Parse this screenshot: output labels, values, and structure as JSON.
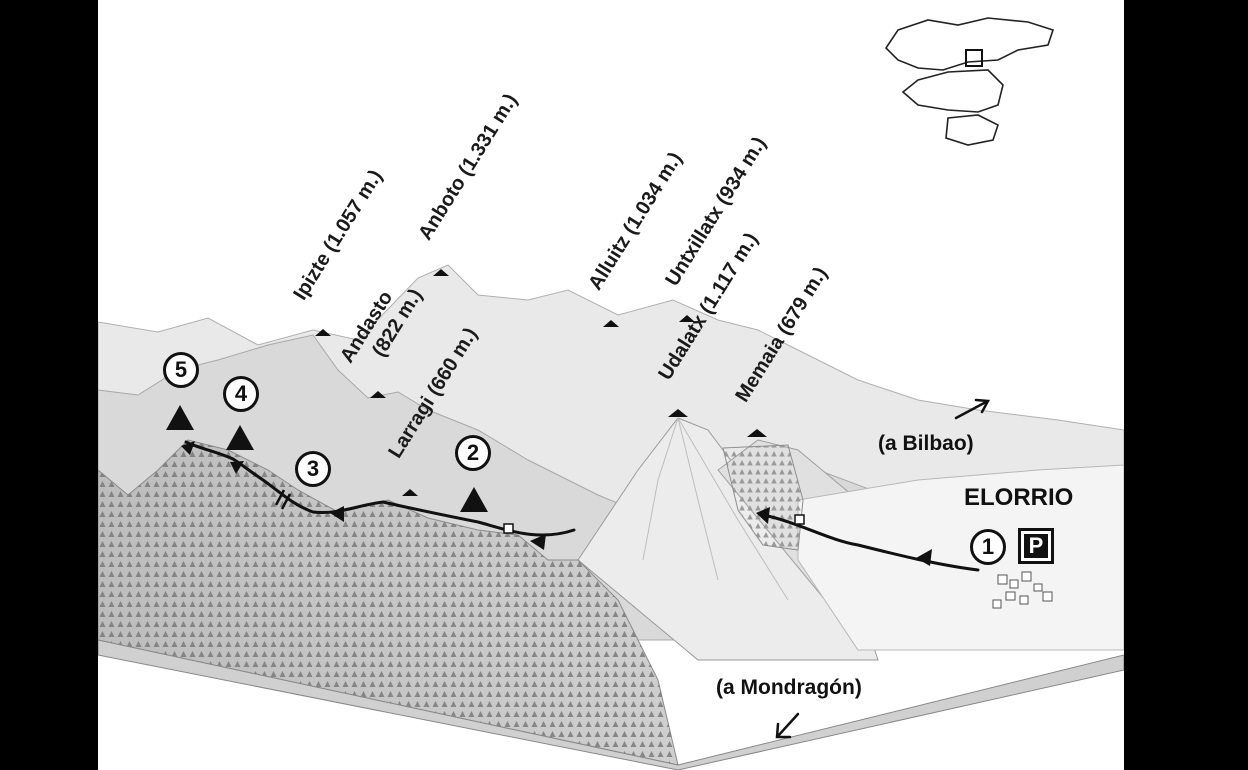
{
  "peaks": [
    {
      "id": "ipizte",
      "label": "Ipizte (1.057 m.)"
    },
    {
      "id": "anboto",
      "label": "Anboto (1.331 m.)"
    },
    {
      "id": "andasto",
      "label_line1": "Andasto",
      "label_line2": "(822 m.)"
    },
    {
      "id": "larragi",
      "label": "Larragi (660 m.)"
    },
    {
      "id": "alluitz",
      "label": "Alluitz (1.034 m.)"
    },
    {
      "id": "untxillatx",
      "label": "Untxillatx (934 m.)"
    },
    {
      "id": "udalatx",
      "label": "Udalatx (1.117 m.)"
    },
    {
      "id": "memaia",
      "label": "Memaia (679 m.)"
    }
  ],
  "stops": [
    "1",
    "2",
    "3",
    "4",
    "5"
  ],
  "places": {
    "town": "ELORRIO",
    "to_bilbao": "(a Bilbao)",
    "to_mondragon": "(a Mondragón)"
  },
  "parking": {
    "symbol": "P"
  },
  "colors": {
    "background": "#000000",
    "map": "#ffffff",
    "terrain": "#d6d6d6",
    "forest": "#7a7a7a",
    "route": "#111111"
  },
  "icons": [
    "peak-marker-icon",
    "summit-triangle-icon",
    "route-arrow-icon",
    "parking-icon",
    "locator-map-icon"
  ]
}
